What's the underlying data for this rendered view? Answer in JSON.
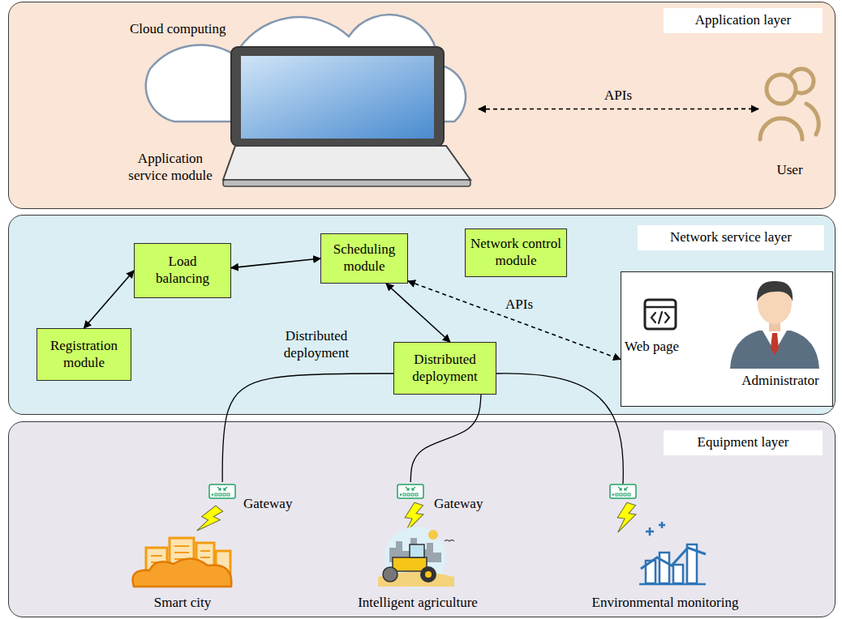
{
  "diagram": {
    "nodes": [
      {
        "text": [
          "Application layer"
        ]
      },
      {
        "text": [
          "Cloud computing",
          "Application service module"
        ],
        "in": 0
      },
      {
        "text": [
          "User"
        ],
        "in": 0
      },
      {
        "text": [
          "Network service layer"
        ]
      },
      {
        "text": [
          "Load balancing"
        ],
        "in": 3
      },
      {
        "text": [
          "Scheduling module"
        ],
        "in": 3
      },
      {
        "text": [
          "Network control module"
        ],
        "in": 3
      },
      {
        "text": [
          "Registration module"
        ],
        "in": 3
      },
      {
        "text": [
          "Distributed deployment"
        ],
        "in": 3
      },
      {
        "text": [
          "Web page",
          "Administrator"
        ],
        "in": 3
      },
      {
        "text": [
          "Equipment layer"
        ]
      },
      {
        "text": [
          "Gateway"
        ],
        "in": 10
      },
      {
        "text": [
          "Gateway"
        ],
        "in": 10
      },
      {
        "text": [
          "Smart city"
        ],
        "in": 10
      },
      {
        "text": [
          "Intelligent agriculture"
        ],
        "in": 10
      },
      {
        "text": [
          "Environmental monitoring"
        ],
        "in": 10
      }
    ],
    "edges": [
      {
        "from": 1,
        "to": 2,
        "arrow": "both",
        "label": "APIs"
      },
      {
        "from": 7,
        "to": 4,
        "arrow": "both"
      },
      {
        "from": 4,
        "to": 5,
        "arrow": "both"
      },
      {
        "from": 5,
        "to": 8,
        "arrow": "both"
      },
      {
        "from": 5,
        "to": 9,
        "arrow": "both",
        "label": "APIs"
      },
      {
        "from": 8,
        "to": 11,
        "arrow": "none"
      },
      {
        "from": 8,
        "to": 12,
        "arrow": "none"
      }
    ],
    "labels": [
      "Distributed deployment"
    ]
  }
}
